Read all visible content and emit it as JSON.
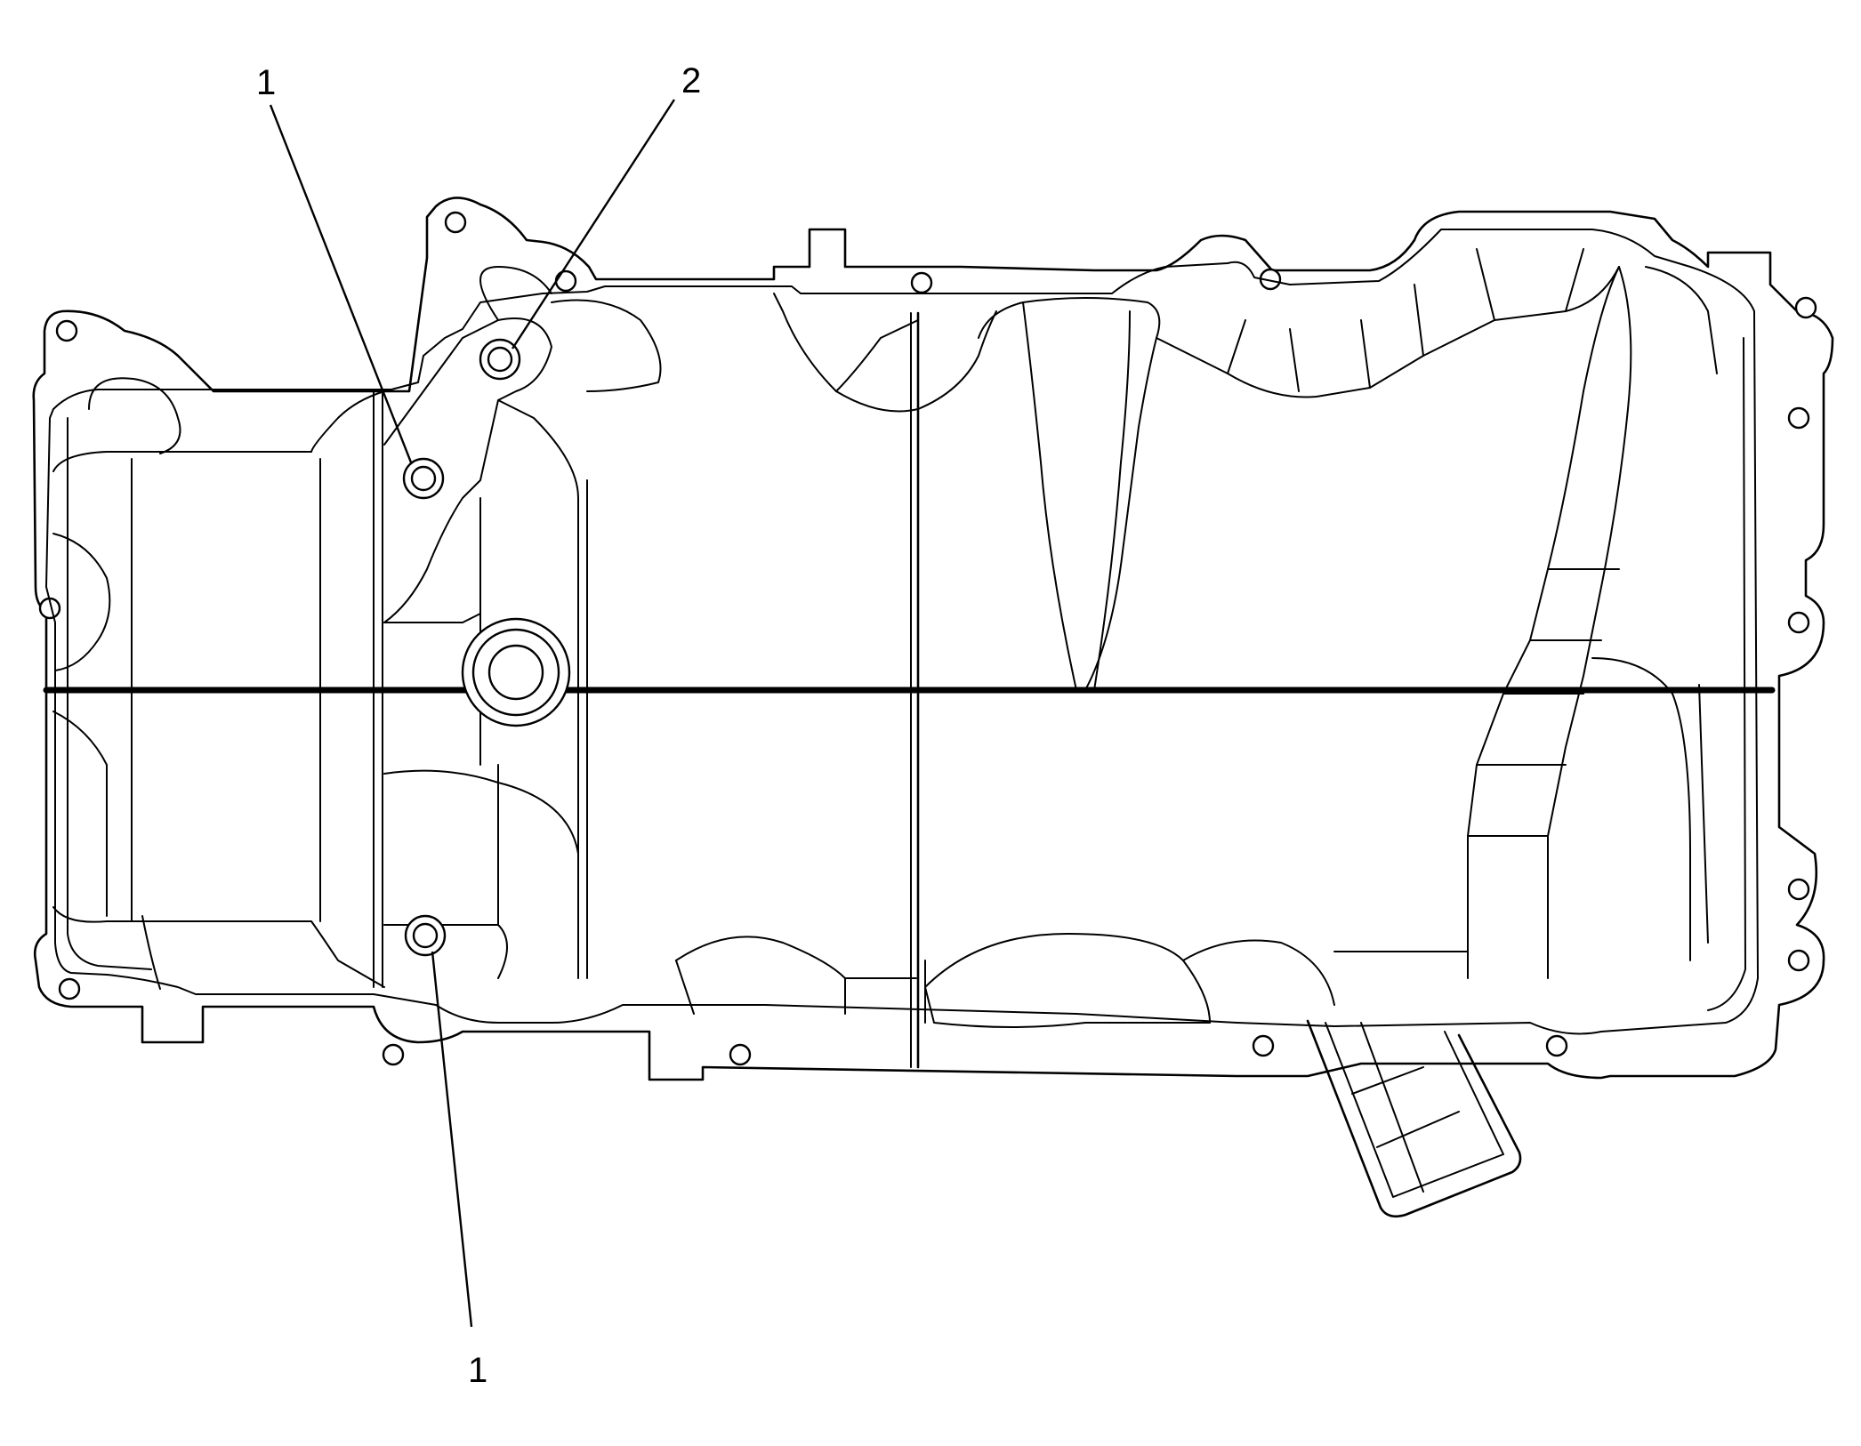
{
  "callouts": [
    {
      "label": "1"
    },
    {
      "label": "2"
    },
    {
      "label": "1"
    }
  ],
  "colors": {
    "ink": "#000000",
    "paper": "#ffffff"
  },
  "parts": [
    "oil-pan",
    "bolt",
    "oil-drain-plug",
    "dipstick-tube-boss"
  ]
}
